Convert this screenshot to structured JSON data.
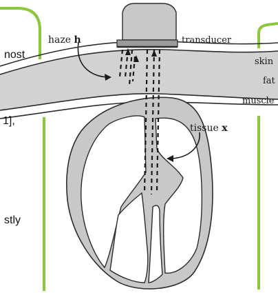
{
  "labels": {
    "haze": "haze",
    "haze_symbol": "h",
    "transducer": "transducer",
    "skin": "skin",
    "fat": "fat",
    "muscle": "muscle",
    "tissue": "tissue",
    "tissue_symbol": "x"
  },
  "cropped_text": {
    "top_left": "nost",
    "mid_left": "1],",
    "lower_left": "stly"
  },
  "colors": {
    "panel_border": "#8cc63f",
    "tissue_fill": "#c8c8c8",
    "layer_fill": "#d2d2d2",
    "transducer_fill": "#c8c8c8",
    "stroke": "#2b2b2b"
  }
}
